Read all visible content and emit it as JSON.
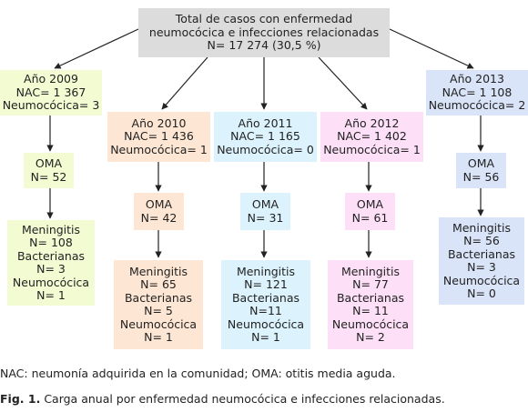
{
  "top": {
    "lines": [
      "Total de casos con enfermedad",
      "neumocócica e infecciones relacionadas",
      "N= 17 274 (30,5 %)"
    ]
  },
  "years": [
    {
      "header": [
        "Año 2009",
        "NAC= 1 367",
        "Neumocócica= 3"
      ],
      "oma": [
        "OMA",
        "N= 52"
      ],
      "men": [
        "Meningitis",
        "N= 108",
        "Bacterianas",
        "N= 3",
        "Neumocócica",
        "N= 1"
      ]
    },
    {
      "header": [
        "Año 2010",
        "NAC= 1 436",
        "Neumocócica= 1"
      ],
      "oma": [
        "OMA",
        "N= 42"
      ],
      "men": [
        "Meningitis",
        "N= 65",
        "Bacterianas",
        "N= 5",
        "Neumocócica",
        "N= 1"
      ]
    },
    {
      "header": [
        "Año 2011",
        "NAC= 1 165",
        "Neumocócica= 0"
      ],
      "oma": [
        "OMA",
        "N= 31"
      ],
      "men": [
        "Meningitis",
        "N= 121",
        "Bacterianas",
        "N=11",
        "Neumocócica",
        "N= 1"
      ]
    },
    {
      "header": [
        "Año 2012",
        "NAC= 1 402",
        "Neumocócica= 1"
      ],
      "oma": [
        "OMA",
        "N= 61"
      ],
      "men": [
        "Meningitis",
        "N= 77",
        "Bacterianas",
        "N= 11",
        "Neumocócica",
        "N= 2"
      ]
    },
    {
      "header": [
        "Año 2013",
        "NAC= 1 108",
        "Neumocócica= 2"
      ],
      "oma": [
        "OMA",
        "N= 56"
      ],
      "men": [
        "Meningitis",
        "N=  56",
        "Bacterianas",
        "N= 3",
        "Neumocócica",
        "N= 0"
      ]
    }
  ],
  "footnote": "NAC: neumonía adquirida en la comunidad; OMA: otitis media aguda.",
  "figure": {
    "label": "Fig. 1.",
    "caption": "Carga anual por enfermedad neumocócica e infecciones relacionadas."
  },
  "colors": {
    "top": "#dcdcdc",
    "year_2009": "#f3fbd3",
    "year_2010": "#fde6d3",
    "year_2011": "#dcf3fd",
    "year_2012": "#fde0f7",
    "year_2013": "#d9e4f8",
    "arrow": "#222222"
  }
}
